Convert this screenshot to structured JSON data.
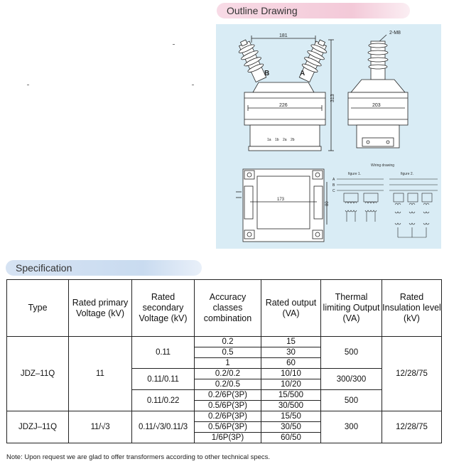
{
  "outline_section": {
    "title": "Outline Drawing",
    "dims": {
      "width_top": "181",
      "width_mid_left": "226",
      "height_right": "313",
      "label_m8": "2-M8",
      "width_mid_right": "203",
      "plan_inner": "173",
      "plan_side": "80"
    },
    "bushing_labels": [
      "B",
      "A"
    ],
    "terminal_labels": [
      "1a",
      "1b",
      "2a",
      "2b"
    ],
    "wiring": {
      "title": "Wiring drawing",
      "figure1": "figure 1.",
      "figure2": "figure 2.",
      "phases": [
        "A",
        "B",
        "C"
      ]
    }
  },
  "spec_section": {
    "title": "Specification",
    "headers": {
      "type": "Type",
      "rated_primary": "Rated primary Voltage (kV)",
      "rated_secondary": "Rated secondary Voltage (kV)",
      "accuracy": "Accuracy classes combination",
      "rated_output": "Rated output (VA)",
      "thermal": "Thermal limiting Output (VA)",
      "insulation": "Rated Insulation level (kV)"
    },
    "rows": {
      "jdz": {
        "type": "JDZ–11Q",
        "primary": "11",
        "secondary_1": "0.11",
        "secondary_2": "0.11/0.11",
        "secondary_3": "0.11/0.22",
        "accuracy": [
          "0.2",
          "0.5",
          "1",
          "0.2/0.2",
          "0.2/0.5",
          "0.2/6P(3P)",
          "0.5/6P(3P)"
        ],
        "output": [
          "15",
          "30",
          "60",
          "10/10",
          "10/20",
          "15/500",
          "30/500"
        ],
        "thermal_1": "500",
        "thermal_2": "300/300",
        "thermal_3": "500",
        "insulation": "12/28/75"
      },
      "jdzj": {
        "type": "JDZJ–11Q",
        "primary": "11/√3",
        "secondary": "0.11/√3/0.11/3",
        "accuracy": [
          "0.2/6P(3P)",
          "0.5/6P(3P)",
          "1/6P(3P)"
        ],
        "output": [
          "15/50",
          "30/50",
          "60/50"
        ],
        "thermal": "300",
        "insulation": "12/28/75"
      }
    }
  },
  "footnote": "Note: Upon request we are glad to offer transformers according to other technical specs."
}
